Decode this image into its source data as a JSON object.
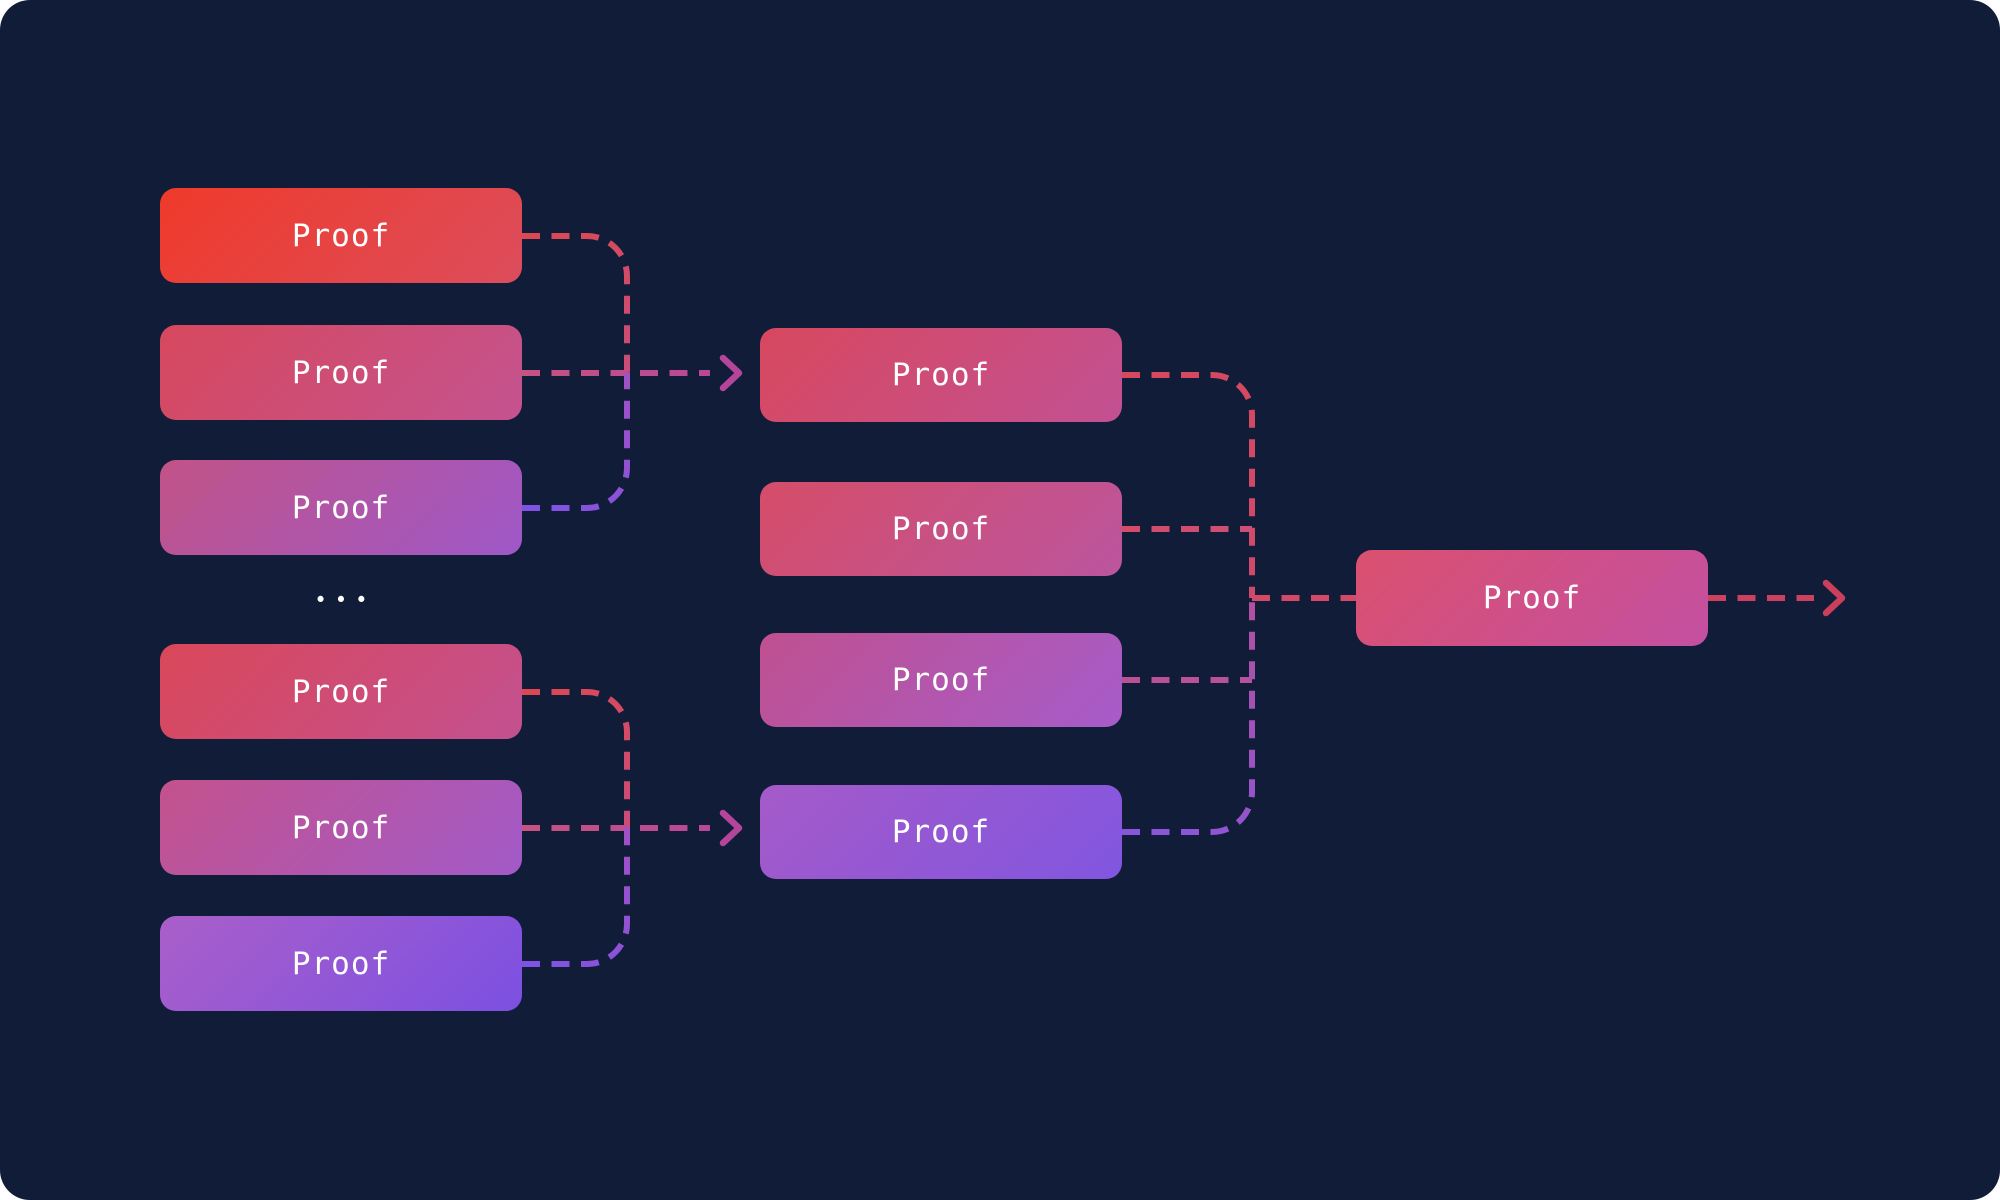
{
  "canvas": {
    "background": "#101c38",
    "page_background": "#ffffff"
  },
  "ellipsis": "•••",
  "nodes": {
    "left": [
      {
        "label": "Proof",
        "from": "#f03a2a",
        "to": "#dc4d5c"
      },
      {
        "label": "Proof",
        "from": "#d7485c",
        "to": "#c45390"
      },
      {
        "label": "Proof",
        "from": "#c25387",
        "to": "#9e58c8"
      },
      {
        "label": "Proof",
        "from": "#da4759",
        "to": "#c35190"
      },
      {
        "label": "Proof",
        "from": "#c4528c",
        "to": "#a25ac8"
      },
      {
        "label": "Proof",
        "from": "#aa5fc9",
        "to": "#7c50e2"
      }
    ],
    "middle": [
      {
        "label": "Proof",
        "from": "#d8485e",
        "to": "#c25193"
      },
      {
        "label": "Proof",
        "from": "#d64d68",
        "to": "#bb559e"
      },
      {
        "label": "Proof",
        "from": "#c0508f",
        "to": "#a65cca"
      },
      {
        "label": "Proof",
        "from": "#a55ac8",
        "to": "#8156e0"
      }
    ],
    "output": {
      "label": "Proof",
      "from": "#da506e",
      "to": "#c450a2"
    }
  },
  "connectors": {
    "group_top": {
      "from": "#dc4853",
      "to": "#c94d78"
    },
    "group_mid": {
      "from": "#c65380",
      "to": "#b4479a"
    },
    "group_bottom": {
      "from": "#7e52e4",
      "to": "#a151c4"
    },
    "merge_top": {
      "from": "#d6485e",
      "to": "#ce4a6c"
    },
    "merge_m2": {
      "from": "#d44c68",
      "to": "#cd4e76"
    },
    "merge_m3": {
      "from": "#bc5094",
      "to": "#b4529c"
    },
    "merge_bottom": {
      "from": "#8a55dd",
      "to": "#b0519e"
    },
    "to_output": {
      "color": "#d24a68"
    },
    "final": {
      "color": "#cc4060"
    },
    "arrowhead_merge": "#b4459a",
    "arrowhead_final": "#c93f5c"
  }
}
